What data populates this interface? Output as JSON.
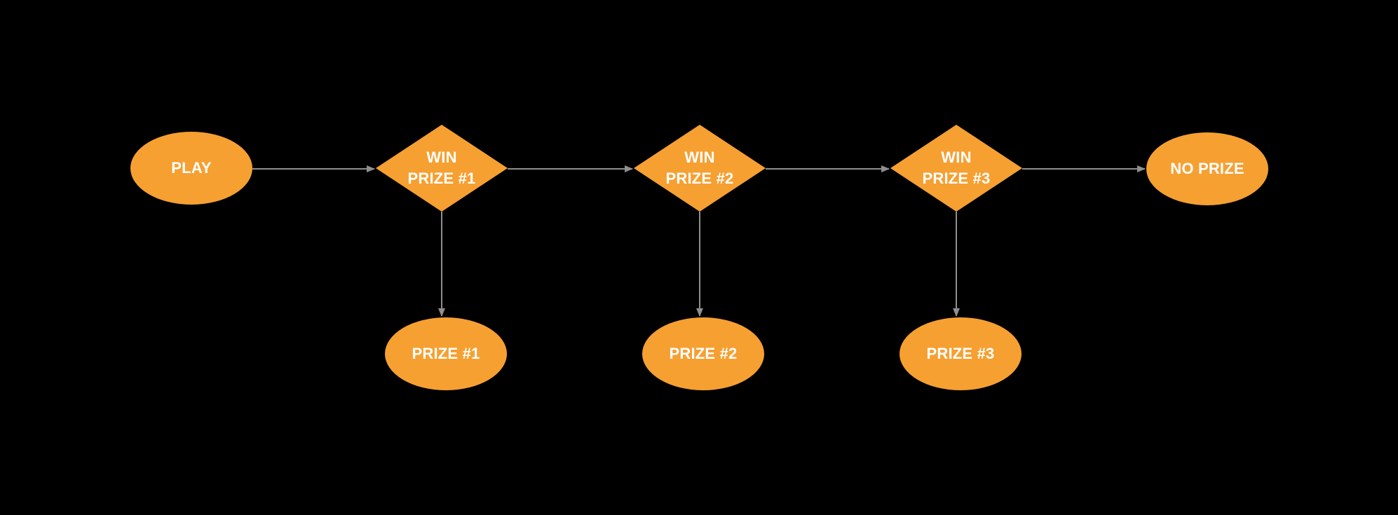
{
  "diagram": {
    "background_color": "#000000",
    "node_fill_color": "#F6A032",
    "node_text_color": "#FFFFFF",
    "connector_color": "#8F8F8F",
    "nodes": [
      {
        "id": "play",
        "shape": "ellipse",
        "label": "PLAY"
      },
      {
        "id": "win-prize-1",
        "shape": "diamond",
        "label": "WIN\nPRIZE #1"
      },
      {
        "id": "win-prize-2",
        "shape": "diamond",
        "label": "WIN\nPRIZE #2"
      },
      {
        "id": "win-prize-3",
        "shape": "diamond",
        "label": "WIN\nPRIZE #3"
      },
      {
        "id": "no-prize",
        "shape": "ellipse",
        "label": "NO PRIZE"
      },
      {
        "id": "prize-1",
        "shape": "ellipse",
        "label": "PRIZE #1"
      },
      {
        "id": "prize-2",
        "shape": "ellipse",
        "label": "PRIZE #2"
      },
      {
        "id": "prize-3",
        "shape": "ellipse",
        "label": "PRIZE #3"
      }
    ],
    "edges": [
      {
        "from": "play",
        "to": "win-prize-1"
      },
      {
        "from": "win-prize-1",
        "to": "win-prize-2"
      },
      {
        "from": "win-prize-2",
        "to": "win-prize-3"
      },
      {
        "from": "win-prize-3",
        "to": "no-prize"
      },
      {
        "from": "win-prize-1",
        "to": "prize-1"
      },
      {
        "from": "win-prize-2",
        "to": "prize-2"
      },
      {
        "from": "win-prize-3",
        "to": "prize-3"
      }
    ]
  }
}
